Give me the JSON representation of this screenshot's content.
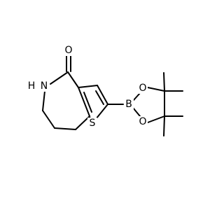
{
  "molecule": {
    "atoms": {
      "O_carbonyl": "O",
      "N_amide": "N",
      "H_amide": "H",
      "S_thiophene": "S",
      "B_boron": "B",
      "O_ester_upper": "O",
      "O_ester_lower": "O"
    }
  }
}
